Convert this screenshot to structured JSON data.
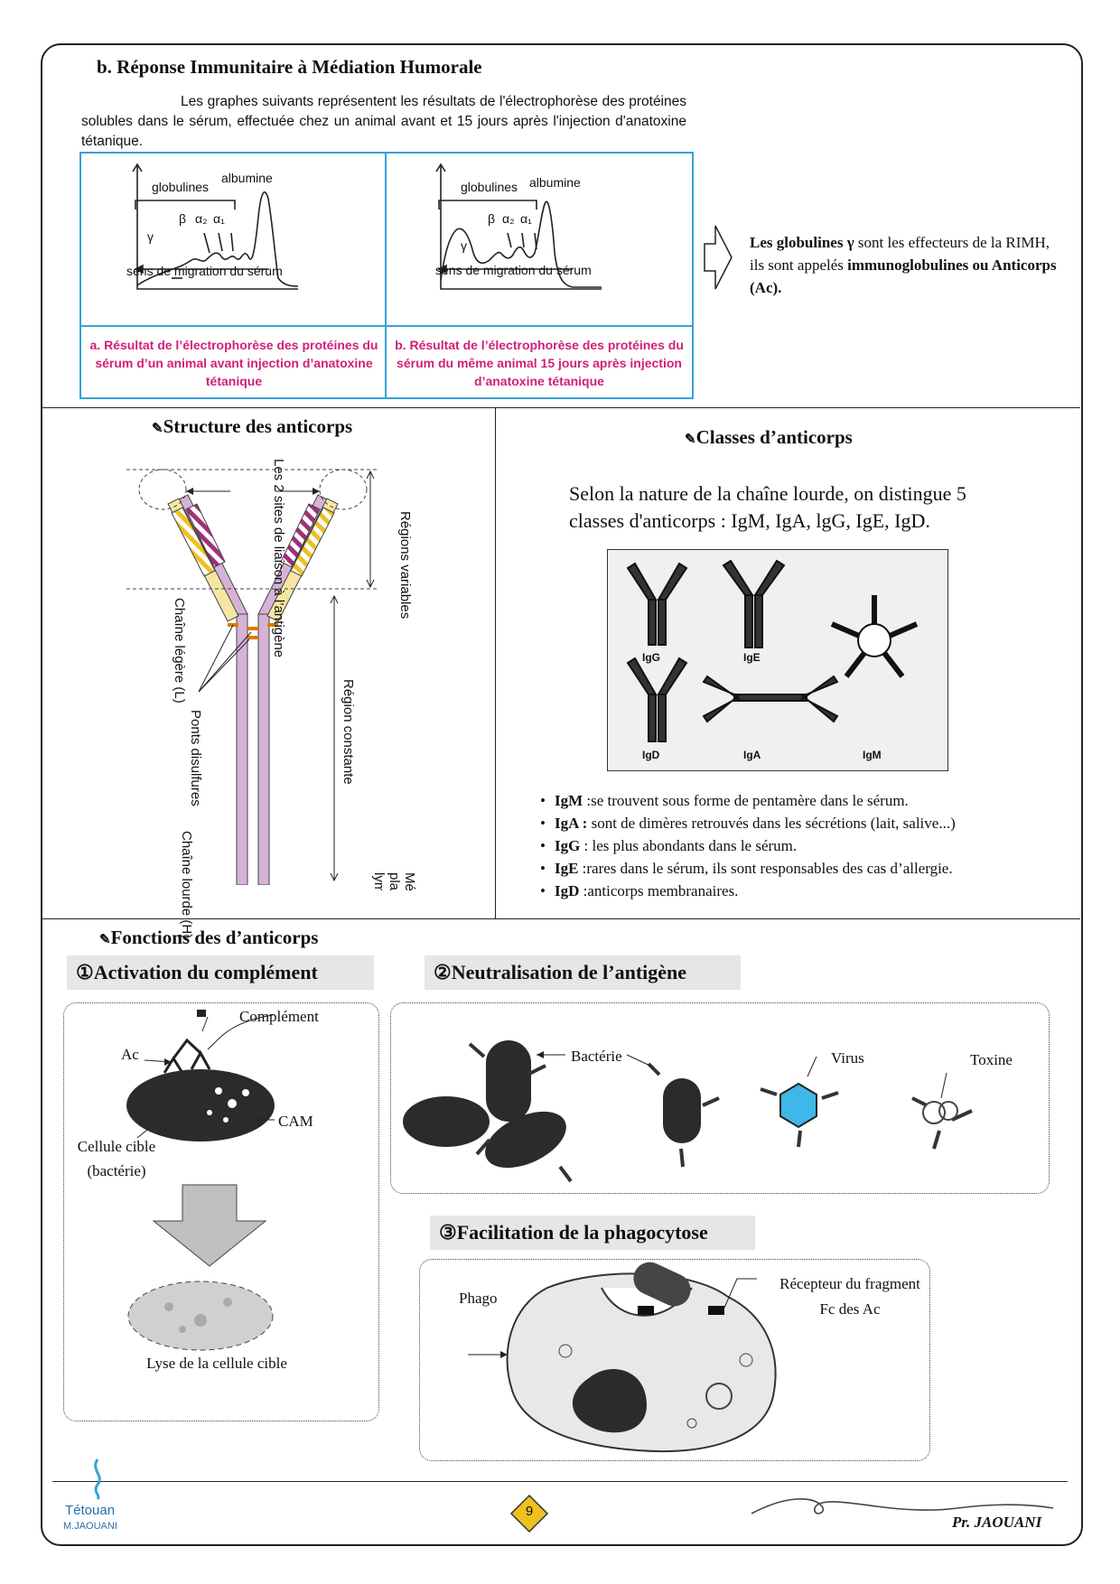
{
  "section_title": "b. Réponse Immunitaire à Médiation Humorale",
  "intro_text": "Les graphes suivants représentent les résultats de l'électrophorèse des protéines solubles dans le sérum, effectuée chez un animal avant et 15 jours après l'injection d'anatoxine tétanique.",
  "graphs": {
    "label_globulines": "globulines",
    "label_albumine": "albumine",
    "label_beta": "β",
    "label_alpha2": "α₂",
    "label_alpha1": "α₁",
    "label_gamma": "γ",
    "axis_label": "sens de migration du sérum",
    "caption_a": "a. Résultat de l’électrophorèse des protéines du sérum d’un animal avant injection d’anatoxine tétanique",
    "caption_b": "b. Résultat de l’électrophorèse des protéines du sérum du même animal 15 jours après injection d’anatoxine tétanique"
  },
  "conclusion": {
    "part1": "Les globulines γ",
    "part2": " sont les effecteurs de la RIMH, ils sont appelés ",
    "part3": "immunoglobulines ou Anticorps (Ac)."
  },
  "structure": {
    "title": "Structure des anticorps",
    "label_sites": "Les 2 sites de liaison à l’antigène",
    "label_regions_variables": "Régions variables",
    "label_chaine_legere": "Chaîne légère (L)",
    "label_ponts": "Ponts disulfures",
    "label_region_constante": "Région constante",
    "label_chaine_lourde": "Chaîne lourde (H)",
    "label_membrane": "Mé plasr lymp"
  },
  "classes": {
    "title": "Classes d’anticorps",
    "intro": "Selon la nature de la chaîne lourde, on distingue 5 classes d'anticorps : IgM, IgA, lgG, IgE, IgD.",
    "figure_labels": [
      "IgG",
      "IgE",
      "IgD",
      "IgA",
      "IgM"
    ],
    "items": [
      {
        "name": "IgM",
        "text": " :se trouvent sous forme de pentamère dans le sérum."
      },
      {
        "name": "IgA :",
        "text": " sont de dimères retrouvés dans les sécrétions (lait, salive...)"
      },
      {
        "name": "IgG",
        "text": " : les plus abondants dans le sérum."
      },
      {
        "name": "IgE",
        "text": " :rares dans le sérum, ils sont responsables des cas d’allergie."
      },
      {
        "name": "IgD",
        "text": " :anticorps membranaires."
      }
    ]
  },
  "fonctions": {
    "title": "Fonctions des d’anticorps",
    "f1_title": "①Activation du complément",
    "f1_complement": "Complément",
    "f1_ac": "Ac",
    "f1_cam": "CAM",
    "f1_cellule": "Cellule cible (bactérie)",
    "f1_lyse": "Lyse de la cellule cible",
    "f2_title": "②Neutralisation de l’antigène",
    "f2_bacterie": "Bactérie",
    "f2_virus": "Virus",
    "f2_toxine": "Toxine",
    "f3_title": "③Facilitation de la phagocytose",
    "f3_phago": "Phago",
    "f3_recepteur": "Récepteur du fragment Fc des Ac"
  },
  "footer": {
    "city": "Tétouan",
    "logo_name": "M.JAOUANI",
    "page_number": "9",
    "author": "Pr. JAOUANI"
  },
  "colors": {
    "graph_border": "#3aa0d8",
    "caption_pink": "#d0207a",
    "variable_purple": "#a0307a",
    "variable_yellow": "#f0c020",
    "heavy_chain": "#d6b3d6",
    "light_chain": "#f5e7a3",
    "page_badge": "#f0c020",
    "virus_blue": "#3db8e8"
  }
}
